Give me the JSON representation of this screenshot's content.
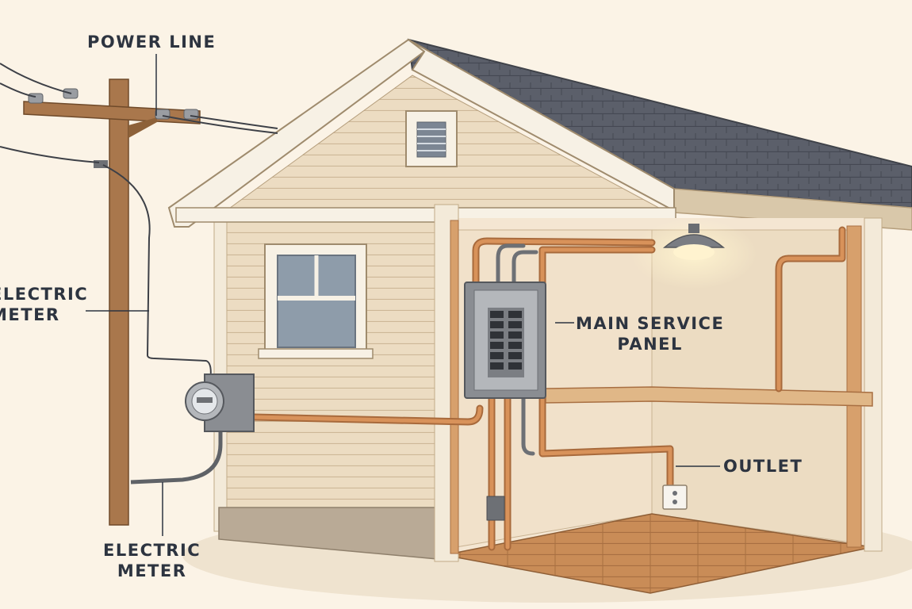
{
  "labels": {
    "power_line": "POWER LINE",
    "electric_meter_left": [
      "ELECTRIC",
      "METER"
    ],
    "main_service_panel": [
      "MAIN SERVICE",
      "PANEL"
    ],
    "outlet": "OUTLET",
    "electric_meter_bottom": [
      "ELECTRIC",
      "METER"
    ]
  },
  "colors": {
    "background": "#fbf3e6",
    "siding": "#ecdcc2",
    "roof": "#5b5f6a",
    "pole": "#a9774c",
    "conduit": "#d8925a",
    "panel": "#8a8d92",
    "label_text": "#2d3440"
  }
}
